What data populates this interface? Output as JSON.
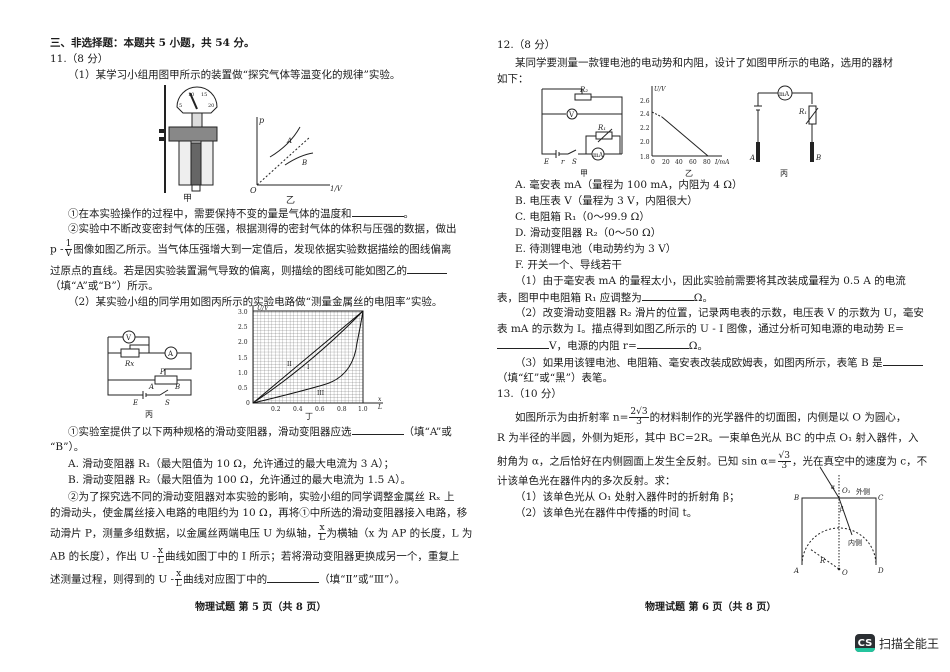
{
  "left_page": {
    "section_header": "三、非选择题：本题共 5 小题，共 54 分。",
    "q11": {
      "title": "11.（8 分）",
      "part1_intro": "（1）某学习小组用图甲所示的装置做“探究气体等温变化的规律”实验。",
      "fig_jia_label": "甲",
      "fig_yi_label": "乙",
      "fig_yi": {
        "y_axis": "p",
        "x_axis": "1/V",
        "origin": "O",
        "curve_a": "A",
        "curve_b": "B"
      },
      "gauge_ticks": [
        "5",
        "10",
        "15",
        "20"
      ],
      "q1_1_a": "①在本实验操作的过程中，需要保持不变的量是气体的温度和",
      "q1_1_end": "。",
      "q1_2_line1": "②实验中不断改变密封气体的压强，根据测得的密封气体的体积与压强的数据，做出",
      "q1_2_line2_prefix": "p -",
      "q1_2_line2_frac_num": "1",
      "q1_2_line2_frac_den": "V",
      "q1_2_line2": "图像如图乙所示。当气体压强增大到一定值后，发现依据实验数据描绘的图线偏离",
      "q1_2_line3": "过原点的直线。若是因实验装置漏气导致的偏离，则描绘的图线可能如图乙的",
      "q1_2_line4": "（填“A”或“B”）所示。",
      "part2_intro": "（2）某实验小组的同学用如图丙所示的实验电路做“测量金属丝的电阻率”实验。",
      "fig_bing_label": "丙",
      "fig_bing": {
        "voltmeter": "V",
        "ammeter": "A",
        "rx": "Rx",
        "slider": "P",
        "end_a": "A",
        "end_b": "B",
        "emf": "E",
        "switch": "S"
      },
      "fig_ding_label": "丁",
      "q2_1_line1": "①实验室提供了以下两种规格的滑动变阻器，滑动变阻器应选",
      "q2_1_line1_end": "（填“A”或",
      "q2_1_line2": "“B”）。",
      "option_a": "A. 滑动变阻器 R₁（最大阻值为 10 Ω，允许通过的最大电流为 3 A）；",
      "option_b": "B. 滑动变阻器 R₂（最大阻值为 100 Ω，允许通过的最大电流为 1.5 A）。",
      "q2_2_line1": "②为了探究选不同的滑动变阻器对本实验的影响，实验小组的同学调整金属丝 Rₓ 上",
      "q2_2_line2": "的滑动头，使金属丝接入电路的电阻约为 10 Ω，再将①中所选的滑动变阻器接入电路，移",
      "q2_2_line3a": "动滑片 P，测量多组数据，以金属丝两端电压 U 为纵轴，",
      "q2_2_line3b": "为横轴（x 为 AP 的长度，L 为",
      "q2_2_line4a": "AB 的长度），作出 U -",
      "q2_2_line4b": "曲线如图丁中的 I 所示；若将滑动变阻器更换成另一个，重复上",
      "q2_2_line5a": "述测量过程，则得到的 U -",
      "q2_2_line5b": "曲线对应图丁中的",
      "q2_2_line5c": "（填“Ⅱ”或“Ⅲ”）。",
      "frac_x": "x",
      "frac_l": "L"
    },
    "footer": "物理试题 第 5 页（共 8 页）"
  },
  "right_page": {
    "q12": {
      "title": "12.（8 分）",
      "intro_line1": "某同学要测量一款锂电池的电动势和内阻，设计了如图甲所示的电路，选用的器材",
      "intro_line2": "如下：",
      "fig_jia_label": "甲",
      "fig_yi_label": "乙",
      "fig_bing_label": "丙",
      "fig_jia": {
        "r2": "R₂",
        "r1": "R₁",
        "voltmeter": "V",
        "milliammeter": "mA",
        "emf": "E",
        "internal_r": "r",
        "switch": "S"
      },
      "fig_bing": {
        "milliammeter": "mA",
        "r1": "R₁",
        "probe_a": "A",
        "probe_b": "B"
      },
      "items": [
        "A. 毫安表 mA（量程为 100 mA，内阻为 4 Ω）",
        "B. 电压表 V（量程为 3 V，内阻很大）",
        "C. 电阻箱 R₁（0～99.9 Ω）",
        "D. 滑动变阻器 R₂（0～50 Ω）",
        "E. 待测锂电池（电动势约为 3 V）",
        "F. 开关一个、导线若干"
      ],
      "q1_line1": "（1）由于毫安表 mA 的量程太小，因此实验前需要将其改装成量程为 0.5 A 的电流",
      "q1_line2a": "表，图甲中电阻箱 R₁ 应调整为",
      "q1_line2b": "Ω。",
      "q2_line1": "（2）改变滑动变阻器 R₂ 滑片的位置，记录两电表的示数，电压表 V 的示数为 U，毫安",
      "q2_line2": "表 mA 的示数为 I。描点得到如图乙所示的 U - I 图像，通过分析可知电源的电动势 E=",
      "q2_line3a": "V，电源的内阻 r=",
      "q2_line3b": "Ω。",
      "q3_line1": "（3）如果用该锂电池、电阻箱、毫安表改装成欧姆表，如图丙所示，表笔 B 是",
      "q3_line2": "（填“红”或“黑”）表笔。"
    },
    "q13": {
      "title": "13.（10 分）",
      "line1a": "如图所示为由折射率 n=",
      "n_num": "2√3",
      "n_den": "3",
      "line1b": "的材料制作的光学器件的切面图，内侧是以 O 为圆心，",
      "line2": "R 为半径的半圆，外侧为矩形，其中 BC=2R。一束单色光从 BC 的中点 O₁ 射入器件，入",
      "line3a": "射角为 α，之后恰好在内侧圆面上发生全反射。已知 sin α=",
      "sin_num": "√3",
      "sin_den": "3",
      "line3b": "，光在真空中的速度为 c，不",
      "line4": "计该单色光在器件内的多次反射。求：",
      "sub1": "（1）该单色光从 O₁ 处射入器件时的折射角 β；",
      "sub2": "（2）该单色光在器件中传播的时间 t。",
      "fig": {
        "b": "B",
        "c": "C",
        "a": "A",
        "d": "D",
        "o": "O",
        "o1": "O₁",
        "r": "R",
        "alpha": "α",
        "beta": "β",
        "outside": "外侧",
        "inside": "内侧"
      }
    },
    "footer": "物理试题 第 6 页（共 8 页）"
  },
  "watermark": {
    "icon_text": "CS",
    "label": "扫描全能王"
  },
  "chart_data": [
    {
      "type": "line",
      "title": "乙 (Q11): p - 1/V",
      "xlabel": "1/V",
      "ylabel": "p",
      "series": [
        {
          "name": "reference (dashed, through origin)",
          "x": [
            0,
            1
          ],
          "y": [
            0,
            1
          ]
        },
        {
          "name": "A",
          "description": "curve above reference, bending upward"
        },
        {
          "name": "B",
          "description": "curve below reference, bending downward"
        }
      ]
    },
    {
      "type": "line",
      "title": "丁 (Q11): U - x/L",
      "xlabel": "x/L",
      "ylabel": "U/V",
      "xlim": [
        0,
        1.0
      ],
      "ylim": [
        0,
        3.0
      ],
      "x_ticks": [
        "0",
        "0.2",
        "0.4",
        "0.6",
        "0.8",
        "1.0"
      ],
      "y_ticks": [
        "0",
        "0.5",
        "1.0",
        "1.5",
        "2.0",
        "2.5",
        "3.0"
      ],
      "grid": true,
      "series": [
        {
          "name": "II",
          "x": [
            0,
            0.2,
            0.4,
            0.6,
            0.8,
            1.0
          ],
          "y": [
            0,
            0.6,
            1.2,
            1.8,
            2.4,
            3.0
          ]
        },
        {
          "name": "I",
          "x": [
            0,
            0.2,
            0.4,
            0.6,
            0.8,
            1.0
          ],
          "y": [
            0,
            0.45,
            0.95,
            1.5,
            2.15,
            3.0
          ]
        },
        {
          "name": "III",
          "x": [
            0,
            0.2,
            0.4,
            0.6,
            0.8,
            0.9,
            0.95,
            1.0
          ],
          "y": [
            0,
            0.25,
            0.35,
            0.5,
            0.8,
            1.2,
            1.8,
            3.0
          ]
        }
      ]
    },
    {
      "type": "line",
      "title": "乙 (Q12): U - I",
      "xlabel": "I/mA",
      "ylabel": "U/V",
      "xlim": [
        0,
        90
      ],
      "ylim": [
        1.8,
        2.7
      ],
      "x_ticks": [
        "0",
        "20",
        "40",
        "60",
        "80"
      ],
      "y_ticks": [
        "1.8",
        "2.0",
        "2.2",
        "2.4",
        "2.6"
      ],
      "series": [
        {
          "name": "U-I",
          "x": [
            0,
            80
          ],
          "y": [
            2.4,
            1.8
          ]
        }
      ]
    }
  ]
}
